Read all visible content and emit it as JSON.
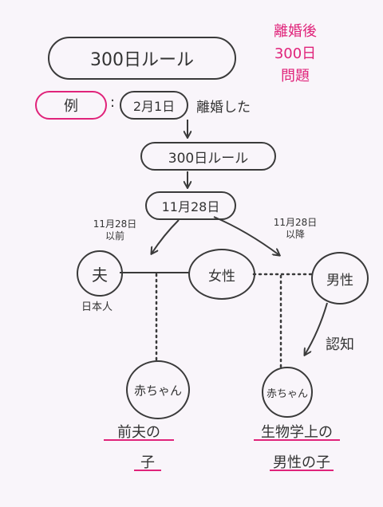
{
  "side_note": {
    "line1": "離婚後",
    "line2": "300日",
    "line3": "問題"
  },
  "rule_title": "300日ルール",
  "example": {
    "label": "例",
    "colon": ":",
    "date": "2月1日",
    "event": "離婚した"
  },
  "rule_box": "300日ルール",
  "date_box": "11月28日",
  "before": {
    "line1": "11月28日",
    "line2": "以前"
  },
  "after": {
    "line1": "11月28日",
    "line2": "以降"
  },
  "husband": {
    "label": "夫",
    "caption": "日本人"
  },
  "woman": "女性",
  "biological_man": "男性",
  "recognition": "認知",
  "baby_left": "赤ちゃん",
  "baby_right": "赤ちゃん",
  "caption_left": {
    "line1": "前夫の",
    "line2": "子"
  },
  "caption_right": {
    "line1": "生物学上の",
    "line2": "男性の子"
  },
  "colors": {
    "ink": "#3a3a3a",
    "accent": "#e0237a",
    "paper": "#f9f5fa"
  }
}
